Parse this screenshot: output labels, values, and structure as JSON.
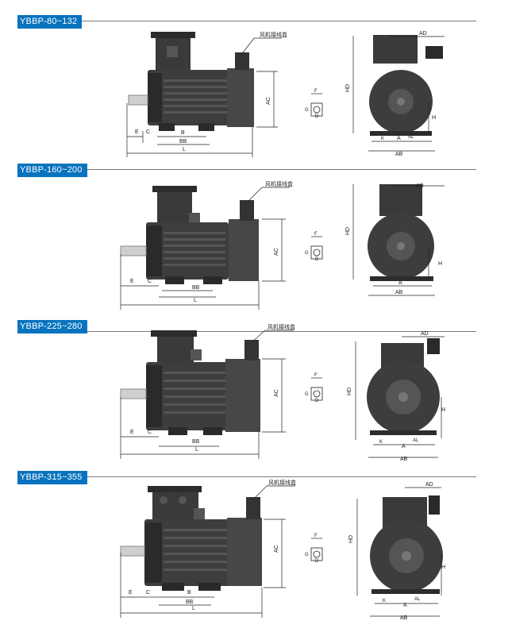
{
  "sections": [
    {
      "id": "s1",
      "title": "YBBP-80~132"
    },
    {
      "id": "s2",
      "title": "YBBP-160~200"
    },
    {
      "id": "s3",
      "title": "YBBP-225~280"
    },
    {
      "id": "s4",
      "title": "YBBP-315~355"
    }
  ],
  "labels": {
    "fan_callout": "风机接线盒",
    "AC": "AC",
    "L": "L",
    "B": "B",
    "BB": "BB",
    "E": "E",
    "C": "C",
    "HD": "HD",
    "AD": "AD",
    "H": "H",
    "A": "A",
    "AB": "AB",
    "K": "K",
    "AL": "AL",
    "F": "F",
    "G": "G",
    "D": "D"
  },
  "colors": {
    "tag_bg": "#0873bf",
    "tag_text": "#ffffff",
    "motor_body": "#3d3d3d",
    "motor_dark": "#262626",
    "rule": "#7a7a7a"
  }
}
